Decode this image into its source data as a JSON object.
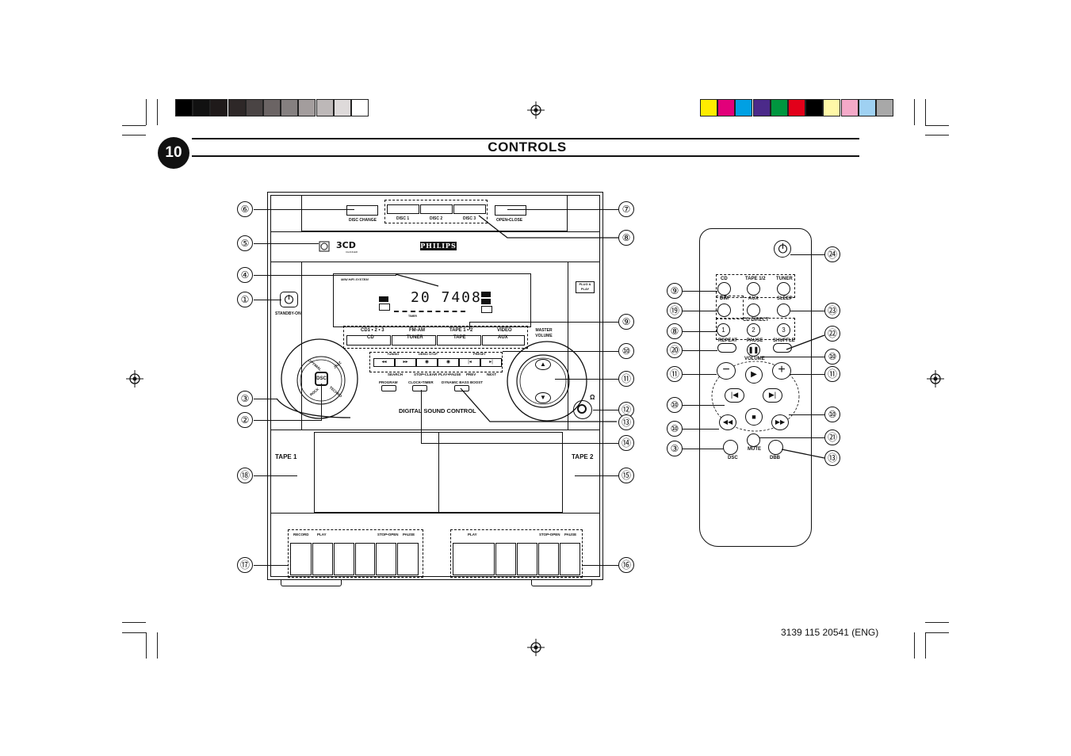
{
  "page": {
    "number": "10",
    "title": "CONTROLS",
    "footer_code": "3139 115 20541 (ENG)"
  },
  "color_bars": {
    "grayscale": [
      "#000000",
      "#111111",
      "#1f1a1a",
      "#2e2828",
      "#4a4444",
      "#6b6464",
      "#858080",
      "#a39d9d",
      "#bdb8b8",
      "#dedada",
      "#ffffff"
    ],
    "process": [
      "#ffec00",
      "#e2007a",
      "#00a0e3",
      "#4b2a8a",
      "#00963f",
      "#e2001a",
      "#000000",
      "#fff8a8",
      "#f4a9c8",
      "#9fd1f2",
      "#a8a8a8"
    ]
  },
  "stereo": {
    "brand": "PHILIPS",
    "logo_3cd": "3CD",
    "logo_3cd_sub": "CHANGER",
    "system_label": "MINI HIFI SYSTEM",
    "display_digits": "20  7408",
    "display_sub": "TIMER",
    "disc_change": "DISC CHANGE",
    "disc1": "DISC 1",
    "disc2": "DISC 2",
    "disc3": "DISC 3",
    "open_close": "OPEN•CLOSE",
    "standby": "STANDBY-ON",
    "source_top": [
      "CD1 • 2 • 3",
      "FM-AM",
      "TAPE 1 • 2",
      "VIDEO"
    ],
    "source_btns": [
      "CD",
      "TUNER",
      "TAPE",
      "AUX"
    ],
    "master_volume": "MASTER VOLUME",
    "tuning": "TUNING",
    "demo_stop": "DEMO STOP",
    "preset": "PRESET",
    "transport_labels": [
      "SEARCH",
      "STOP•CLEAR",
      "PLAY•PAUSE",
      "PREV",
      "NEXT"
    ],
    "program": "PROGRAM",
    "clock_timer": "CLOCK•TIMER",
    "dbb": "DYNAMIC BASS BOOST",
    "dsc_title": "DIGITAL SOUND CONTROL",
    "dsc_knob": "DSC",
    "dsc_modes": [
      "OPTIMAL",
      "JAZZ",
      "ROCK",
      "TECHNO"
    ],
    "tape1": "TAPE 1",
    "tape2": "TAPE 2",
    "deck1_labels": [
      "RECORD",
      "PLAY",
      "STOP•OPEN",
      "PAUSE"
    ],
    "deck2_labels": [
      "PLAY",
      "STOP•OPEN",
      "PAUSE"
    ],
    "plug_play": "PLUG & PLAY",
    "headphone_icon": "Ω"
  },
  "remote": {
    "cd": "CD",
    "tape12": "TAPE 1/2",
    "tuner": "TUNER",
    "dim": "DIM",
    "aux": "AUX",
    "sleep": "SLEEP",
    "cd_direct": "CD DIRECT",
    "nums": [
      "1",
      "2",
      "3"
    ],
    "repeat": "REPEAT",
    "pause": "PAUSE",
    "shuffle": "SHUFFLE",
    "volume": "VOLUME",
    "dsc": "DSC",
    "mute": "MUTE",
    "dbb": "DBB"
  },
  "callouts": {
    "c1": "①",
    "c2": "②",
    "c3": "③",
    "c4": "④",
    "c5": "⑤",
    "c6": "⑥",
    "c7": "⑦",
    "c8": "⑧",
    "c9": "⑨",
    "c10": "⑩",
    "c11": "⑪",
    "c12": "⑫",
    "c13": "⑬",
    "c14": "⑭",
    "c15": "⑮",
    "c16": "⑯",
    "c17": "⑰",
    "c18": "⑱",
    "c19": "⑲",
    "c20": "⑳",
    "c21": "㉑",
    "c22": "㉒",
    "c23": "㉓",
    "c24": "㉔"
  }
}
